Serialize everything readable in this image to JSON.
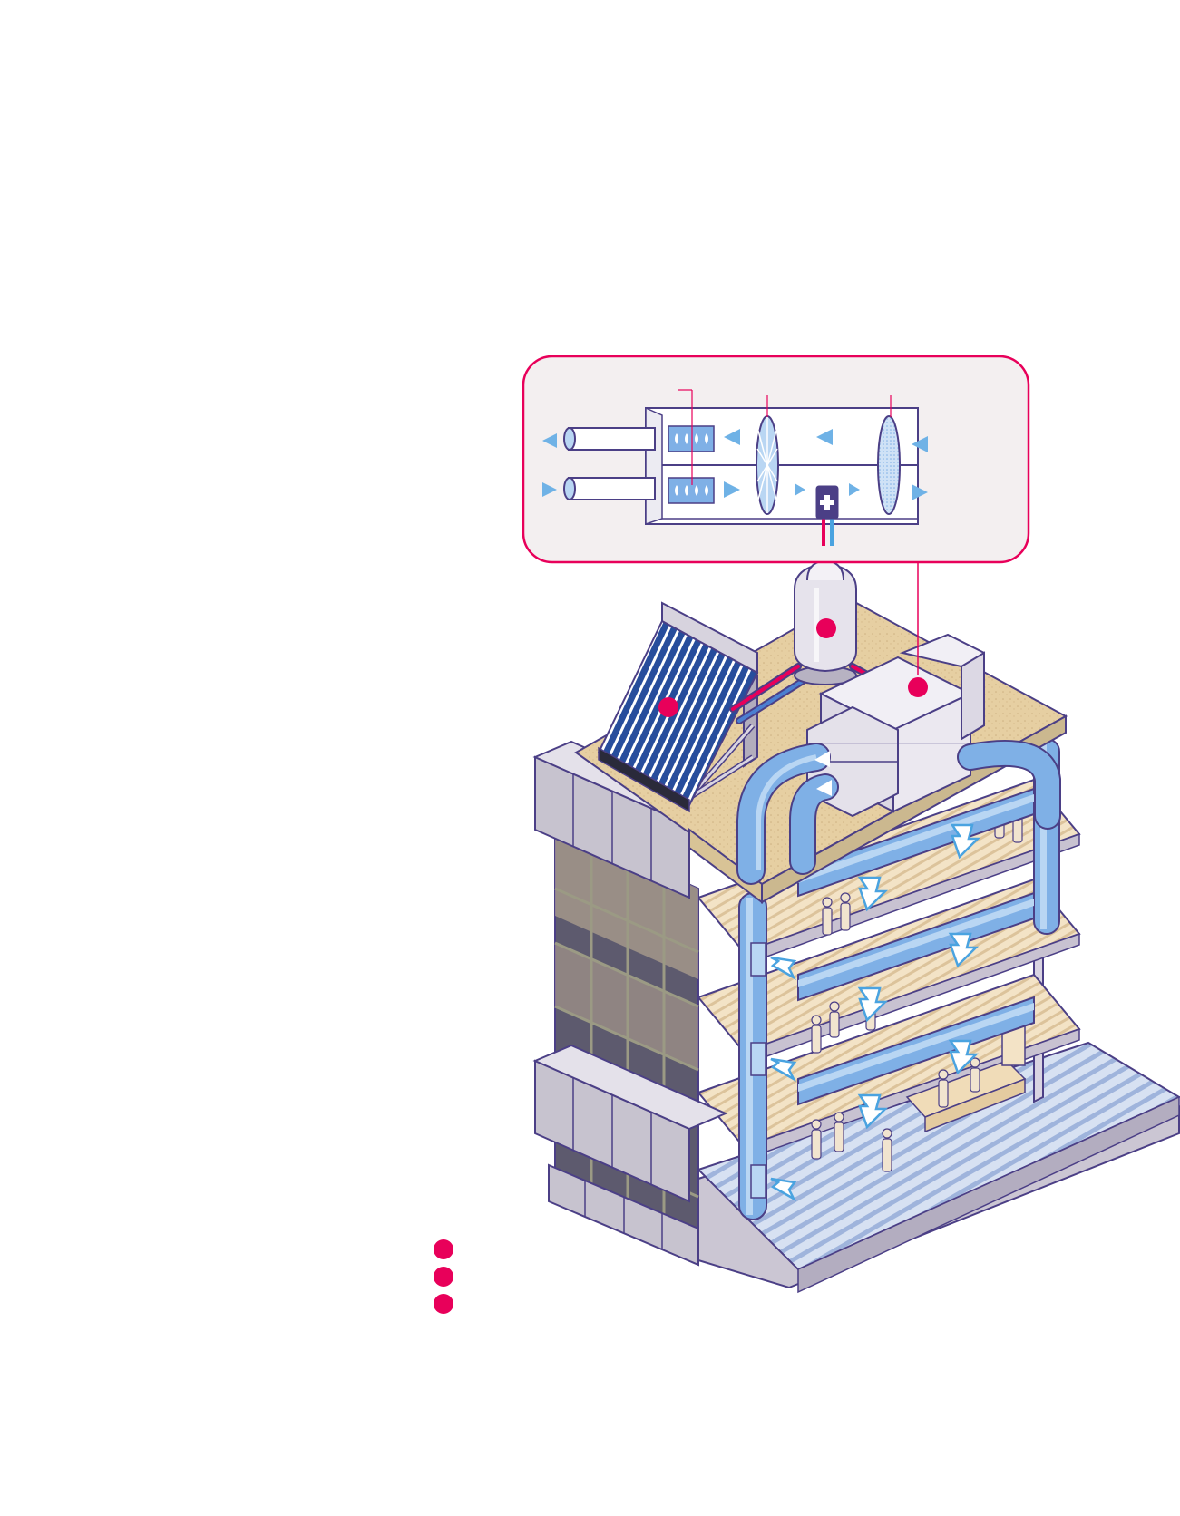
{
  "colors": {
    "accent": "#e8005a",
    "duct_blue": "#7fb0e6",
    "duct_light": "#b9d6f3",
    "outline": "#4b3f86",
    "floor_tan": "#ead6b4",
    "roof_tan": "#e3cc9f",
    "glass": "#5d5a6e",
    "panel_grey": "#c7c3cf",
    "ground_stripe": "#a9bee0",
    "inset_bg": "#f3eff0",
    "solar_blue": "#1f3f86"
  },
  "icons": {
    "heater": "plus-icon",
    "filter": "water-drops-icon",
    "airflow": "triangle-arrow-icon",
    "vent": "arrow-icon",
    "marker": "dot-marker"
  },
  "legend_markers": [
    "marker-1",
    "marker-2",
    "marker-3"
  ]
}
